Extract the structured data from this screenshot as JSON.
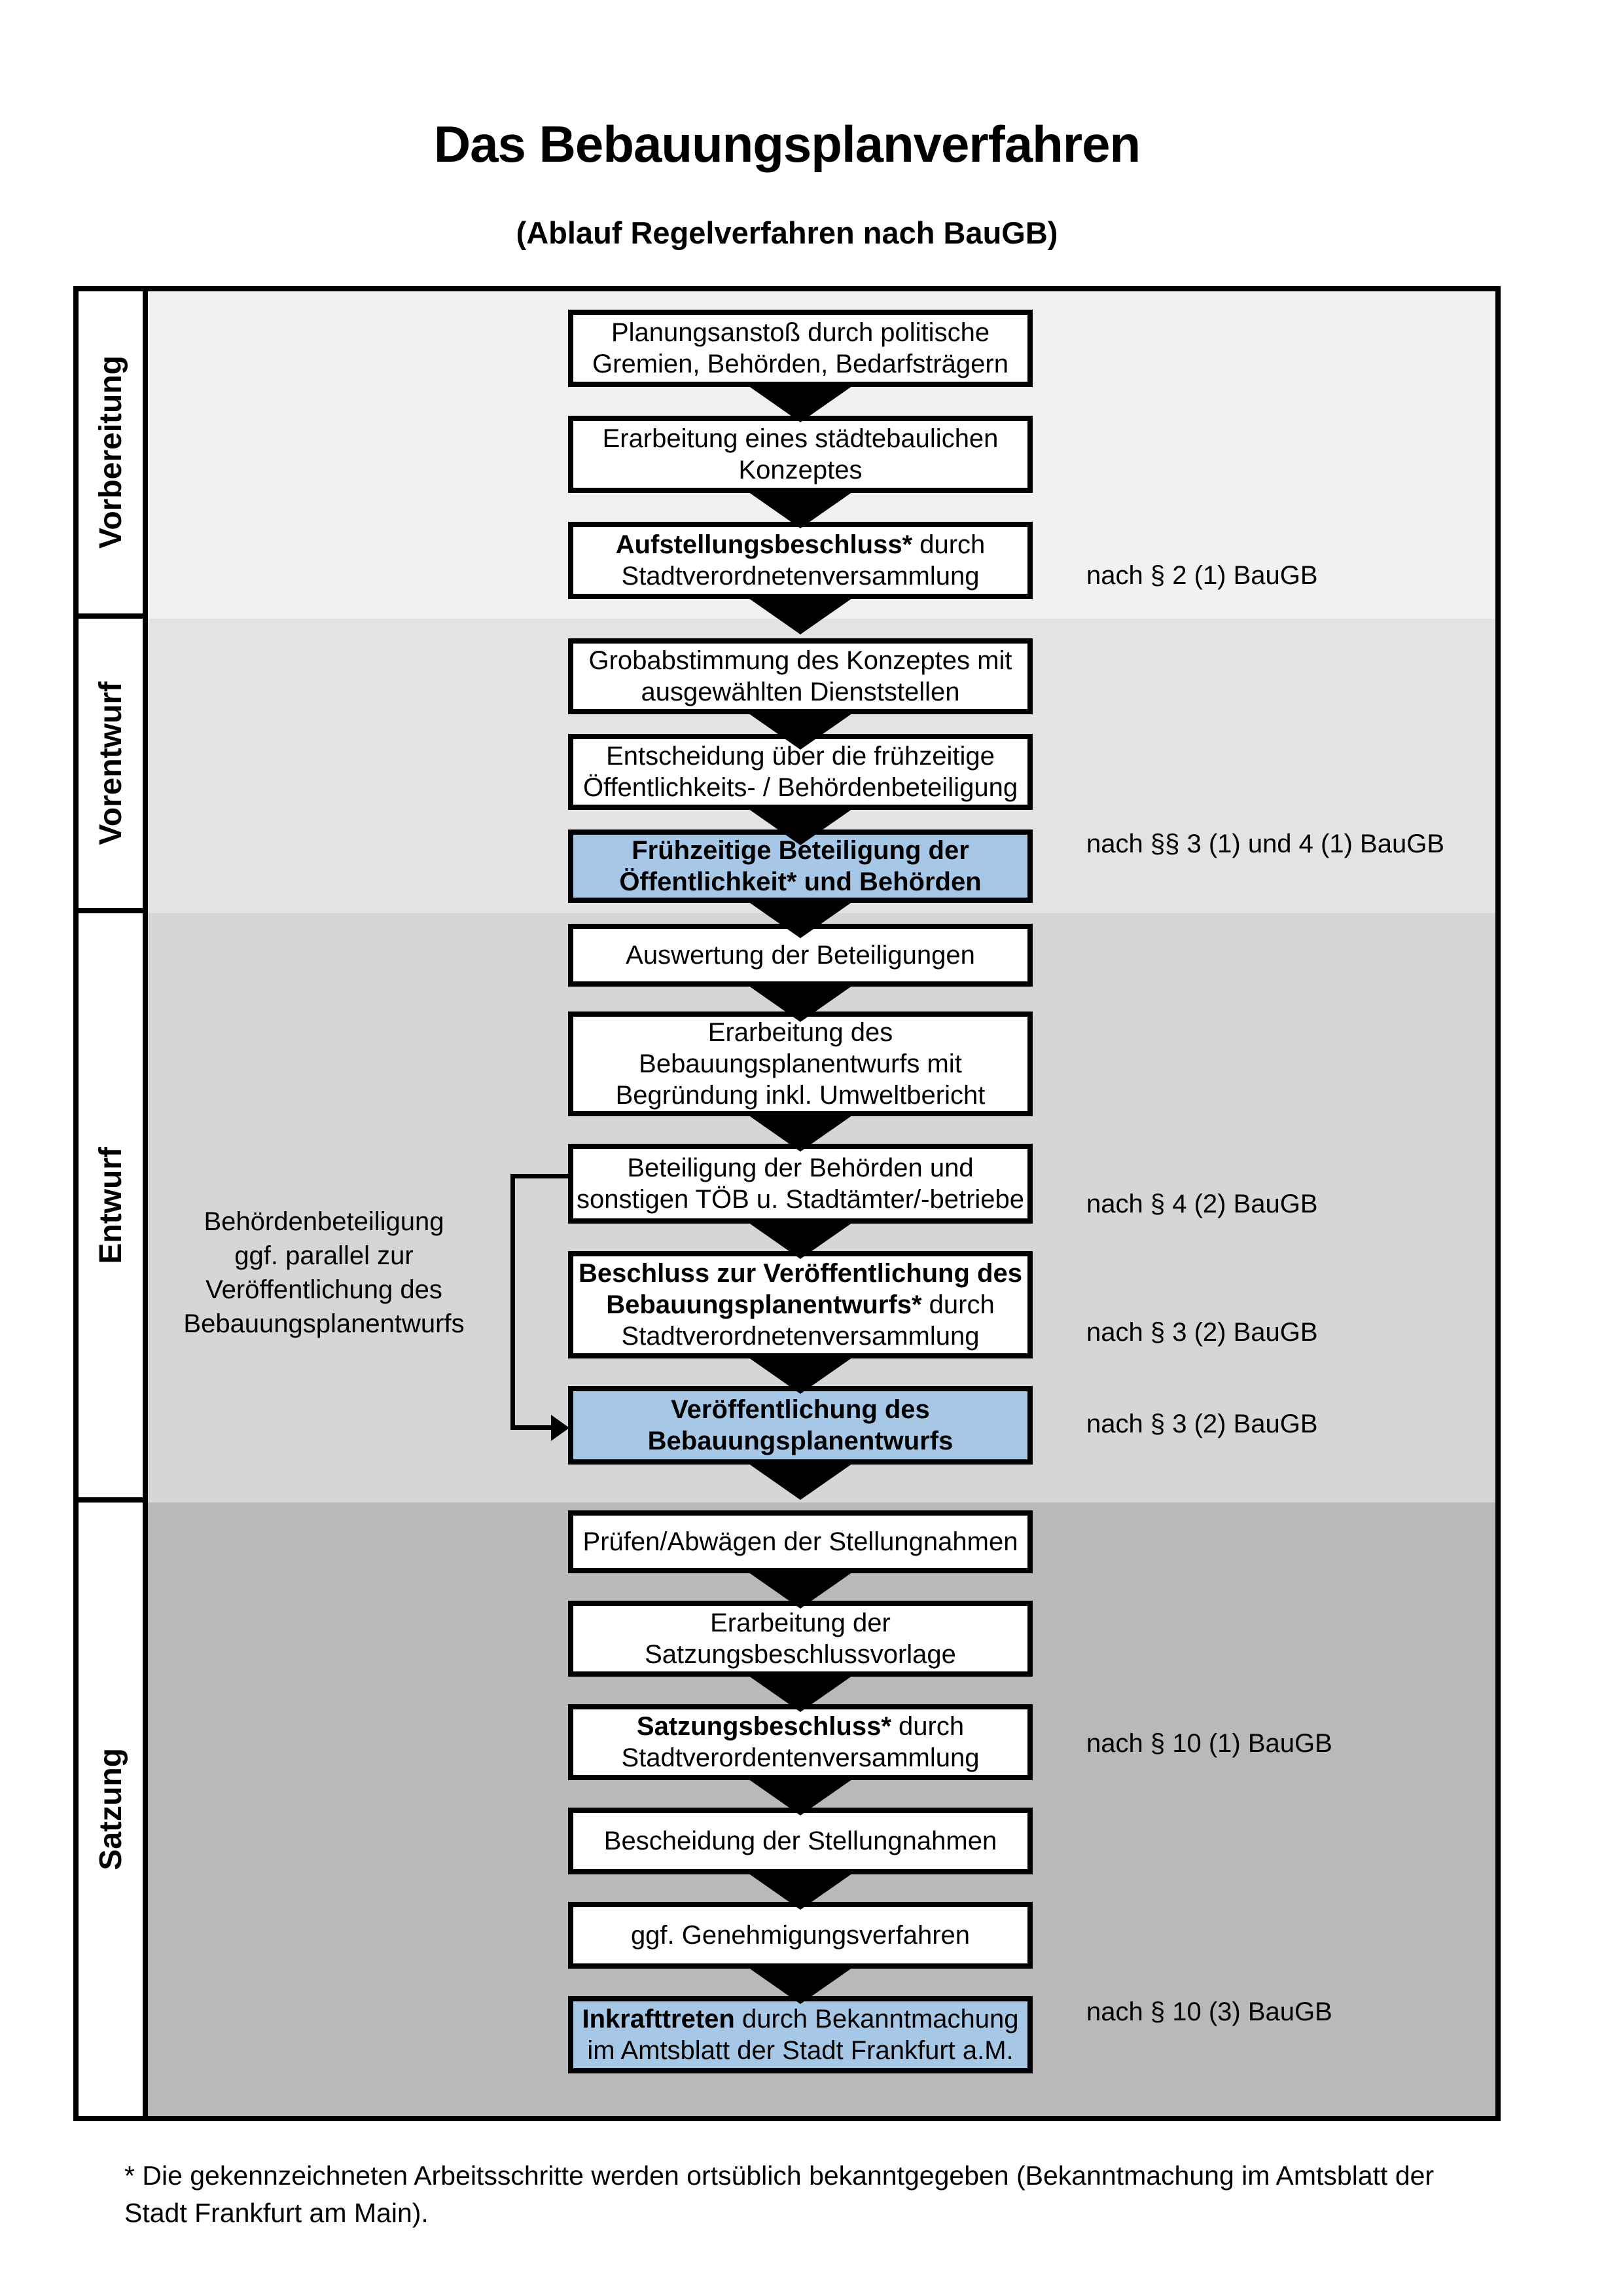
{
  "title": "Das Bebauungsplanverfahren",
  "subtitle": "(Ablauf Regelverfahren nach BauGB)",
  "footnote": "* Die gekennzeichneten Arbeitsschritte werden ortsüblich bekanntgegeben (Bekanntmachung im Amtsblatt  der Stadt Frankfurt am Main).",
  "colors": {
    "highlight_blue": "#a7c7e7",
    "band_vorbereitung": "#f1f1f1",
    "band_vorentwurf": "#e3e3e3",
    "band_entwurf": "#d6d6d6",
    "band_satzung": "#b9b9b9",
    "line_black": "#000000"
  },
  "phases": [
    {
      "label": "Vorbereitung"
    },
    {
      "label": "Vorentwurf"
    },
    {
      "label": "Entwurf"
    },
    {
      "label": "Satzung"
    }
  ],
  "steps": [
    {
      "lines": [
        {
          "t": "Planungsanstoß durch politische"
        },
        {
          "t": "Gremien, Behörden, Bedarfsträgern"
        }
      ]
    },
    {
      "lines": [
        {
          "t": "Erarbeitung eines städtebaulichen"
        },
        {
          "t": "Konzeptes"
        }
      ]
    },
    {
      "lines": [
        {
          "b": "Aufstellungsbeschluss*",
          "t": " durch"
        },
        {
          "t": "Stadtverordnetenversammlung"
        }
      ]
    },
    {
      "lines": [
        {
          "t": "Grobabstimmung des Konzeptes mit"
        },
        {
          "t": "ausgewählten Dienststellen"
        }
      ]
    },
    {
      "lines": [
        {
          "t": "Entscheidung über die frühzeitige"
        },
        {
          "t": "Öffentlichkeits- / Behördenbeteiligung"
        }
      ]
    },
    {
      "lines": [
        {
          "t": "Frühzeitige Beteiligung der"
        },
        {
          "t": "Öffentlichkeit* und Behörden"
        }
      ]
    },
    {
      "lines": [
        {
          "t": "Auswertung der Beteiligungen"
        }
      ]
    },
    {
      "lines": [
        {
          "t": "Erarbeitung des"
        },
        {
          "t": "Bebauungsplanentwurfs mit"
        },
        {
          "t": "Begründung inkl. Umweltbericht"
        }
      ]
    },
    {
      "lines": [
        {
          "t": "Beteiligung der Behörden und"
        },
        {
          "t": "sonstigen TÖB u. Stadtämter/-betriebe"
        }
      ]
    },
    {
      "lines": [
        {
          "b": "Beschluss zur Veröffentlichung des",
          "t": ""
        },
        {
          "b": "Bebauungsplanentwurfs*",
          "t": " durch"
        },
        {
          "t": "Stadtverordnetenversammlung"
        }
      ]
    },
    {
      "lines": [
        {
          "t": "Veröffentlichung des"
        },
        {
          "t": "Bebauungsplanentwurfs"
        }
      ]
    },
    {
      "lines": [
        {
          "t": "Prüfen/Abwägen der Stellungnahmen"
        }
      ]
    },
    {
      "lines": [
        {
          "t": "Erarbeitung der"
        },
        {
          "t": "Satzungsbeschlussvorlage"
        }
      ]
    },
    {
      "lines": [
        {
          "b": "Satzungsbeschluss*",
          "t": " durch"
        },
        {
          "t": "Stadtverordentenversammlung"
        }
      ]
    },
    {
      "lines": [
        {
          "t": "Bescheidung der Stellungnahmen"
        }
      ]
    },
    {
      "lines": [
        {
          "t": "ggf. Genehmigungsverfahren"
        }
      ]
    },
    {
      "lines": [
        {
          "b": "Inkrafttreten",
          "t": " durch Bekanntmachung"
        },
        {
          "t": "im Amtsblatt der Stadt Frankfurt a.M."
        }
      ]
    }
  ],
  "notes": [
    {
      "text": "nach § 2 (1) BauGB"
    },
    {
      "text": "nach §§ 3 (1) und 4 (1) BauGB"
    },
    {
      "text": "nach § 4 (2) BauGB"
    },
    {
      "text": "nach § 3 (2) BauGB"
    },
    {
      "text": "nach § 3 (2) BauGB"
    },
    {
      "text": "nach § 10 (1) BauGB"
    },
    {
      "text": "nach § 10 (3) BauGB"
    }
  ],
  "side_note": {
    "lines": [
      "Behördenbeteiligung",
      "ggf. parallel zur",
      "Veröffentlichung des",
      "Bebauungsplanentwurfs"
    ]
  }
}
